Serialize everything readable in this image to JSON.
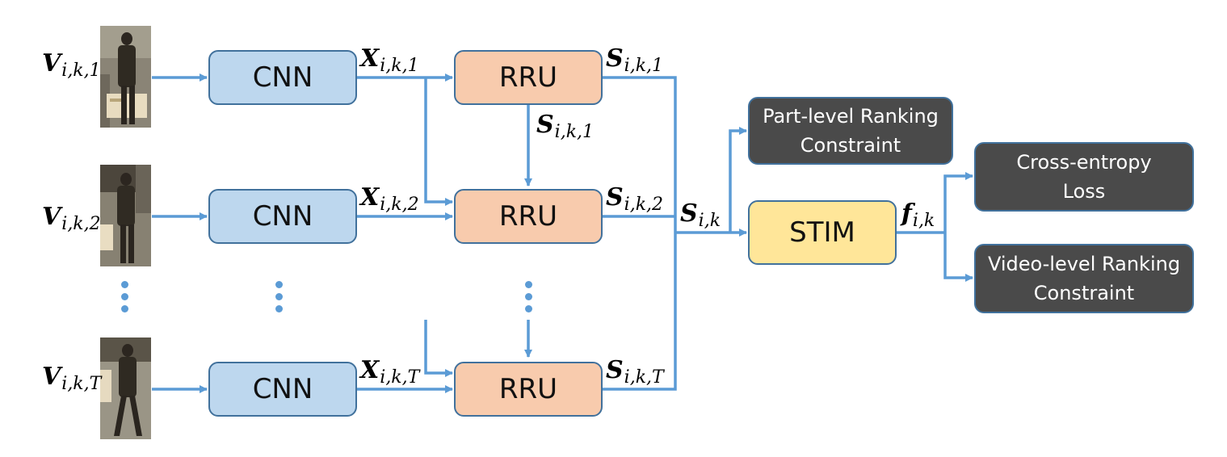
{
  "colors": {
    "arrow": "#5b9bd5",
    "cnn_fill": "#bdd7ee",
    "rru_fill": "#f8cbad",
    "stim_fill": "#ffe699",
    "output_fill": "#4a4a4a",
    "box_border": "#41719c"
  },
  "frames": [
    {
      "var": "V",
      "sub": "i,k,1"
    },
    {
      "var": "V",
      "sub": "i,k,2"
    },
    {
      "var": "V",
      "sub": "i,k,T"
    }
  ],
  "cnn": {
    "label": "CNN"
  },
  "rru": {
    "label": "RRU"
  },
  "features": [
    {
      "var": "X",
      "sub": "i,k,1"
    },
    {
      "var": "X",
      "sub": "i,k,2"
    },
    {
      "var": "X",
      "sub": "i,k,T"
    }
  ],
  "states": [
    {
      "var": "S",
      "sub": "i,k,1"
    },
    {
      "var": "S",
      "sub": "i,k,2"
    },
    {
      "var": "S",
      "sub": "i,k,T"
    }
  ],
  "recurrent_state": {
    "var": "S",
    "sub": "i,k,1"
  },
  "aggregate": {
    "var": "S",
    "sub": "i,k"
  },
  "stim": {
    "label": "STIM"
  },
  "stim_output": {
    "var": "f",
    "sub": "i,k"
  },
  "part_ranking": {
    "line1": "Part-level Ranking",
    "line2": "Constraint"
  },
  "cross_entropy": {
    "line1": "Cross-entropy",
    "line2": "Loss"
  },
  "video_ranking": {
    "line1": "Video-level Ranking",
    "line2": "Constraint"
  }
}
